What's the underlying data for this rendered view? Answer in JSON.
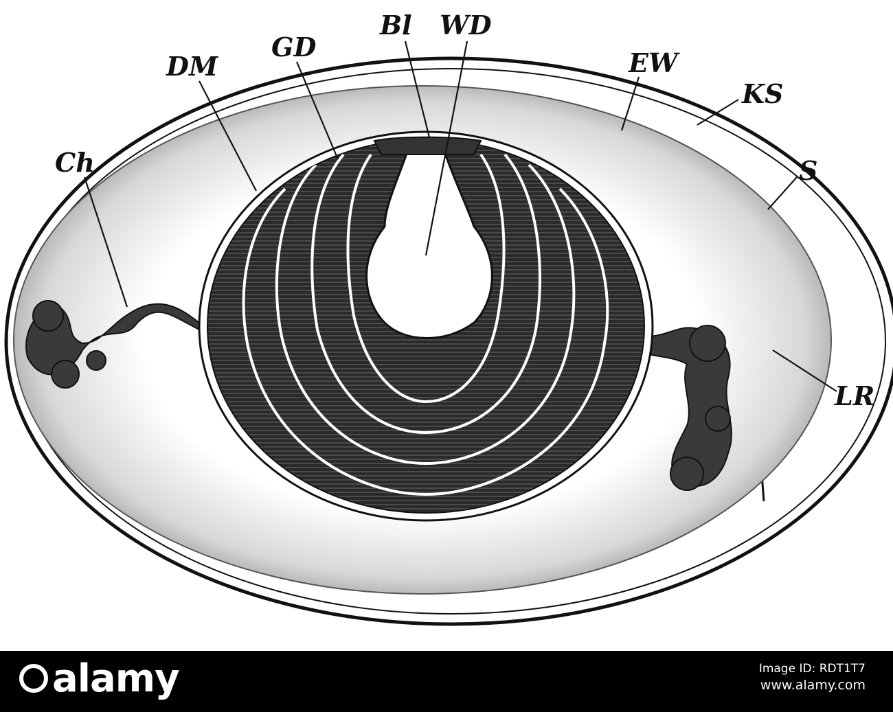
{
  "labels": {
    "ch": "Ch",
    "dm": "DM",
    "gd": "GD",
    "bl": "Bl",
    "wd": "WD",
    "ew": "EW",
    "ks": "KS",
    "s": "S",
    "lr": "LR"
  },
  "footer": {
    "logo": "alamy",
    "id_label": "Image ID: RDT1T7",
    "url": "www.alamy.com"
  }
}
